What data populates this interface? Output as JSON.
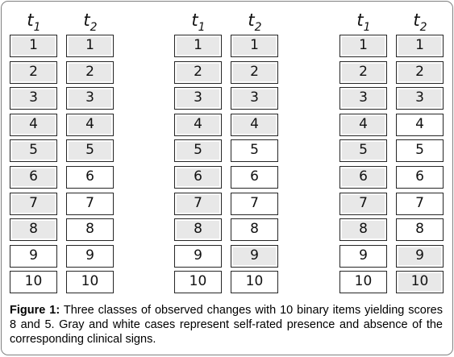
{
  "head_symbol": "t",
  "time_points": [
    {
      "sub": "1"
    },
    {
      "sub": "2"
    }
  ],
  "items": [
    "1",
    "2",
    "3",
    "4",
    "5",
    "6",
    "7",
    "8",
    "9",
    "10"
  ],
  "panels": [
    {
      "t1_present": [
        true,
        true,
        true,
        true,
        true,
        true,
        true,
        true,
        false,
        false
      ],
      "t2_present": [
        true,
        true,
        true,
        true,
        true,
        false,
        false,
        false,
        false,
        false
      ]
    },
    {
      "t1_present": [
        true,
        true,
        true,
        true,
        true,
        true,
        true,
        true,
        false,
        false
      ],
      "t2_present": [
        true,
        true,
        true,
        true,
        false,
        false,
        false,
        false,
        true,
        false
      ]
    },
    {
      "t1_present": [
        true,
        true,
        true,
        true,
        true,
        true,
        true,
        true,
        false,
        false
      ],
      "t2_present": [
        true,
        true,
        true,
        false,
        false,
        false,
        false,
        false,
        true,
        true
      ]
    }
  ],
  "colors": {
    "present": "#e8e8e8",
    "absent": "#ffffff",
    "border": "#262626"
  },
  "caption": {
    "label": "Figure 1:",
    "text": " Three classes of observed changes with 10 binary items yielding scores 8 and 5. Gray and white cases represent self-rated presence and absence of the corresponding clinical signs."
  }
}
